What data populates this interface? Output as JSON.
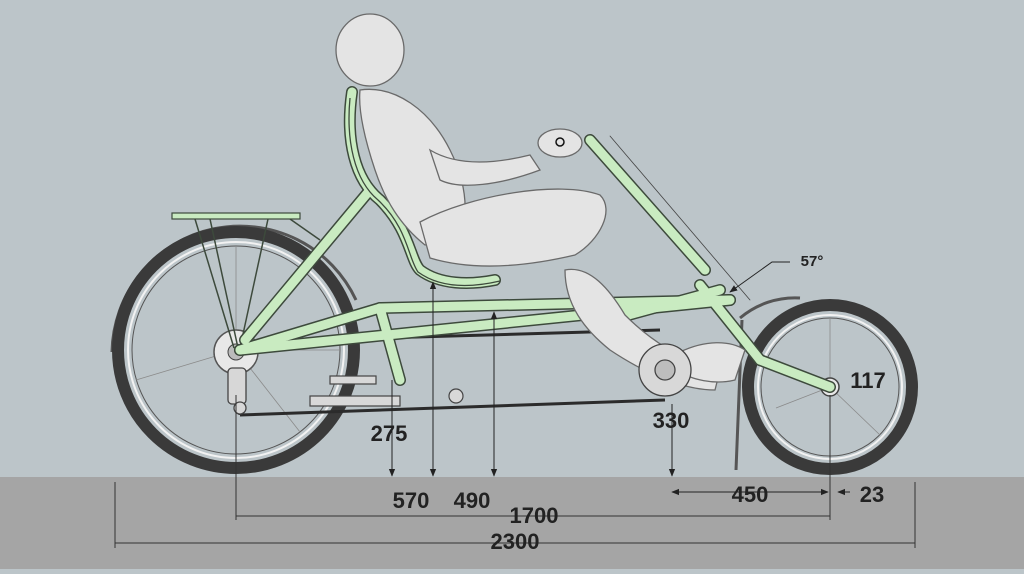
{
  "colors": {
    "sky": "#bcc5c9",
    "ground": "#a5a5a5",
    "frame": "#c9ebc1",
    "frame_outline": "#3d4a3c",
    "tire": "#3a3a3a",
    "rider": "#e4e4e4",
    "rider_outline": "#6a6a6a",
    "dimension_line": "#333333",
    "text": "#222222"
  },
  "dimensions": {
    "overall_length": "2300",
    "wheelbase": "1700",
    "front_wheel_offset": "450",
    "trail": "23",
    "rear_axle_height": "275",
    "seat_height": "570",
    "seat_front_height": "490",
    "bottom_bracket_height": "330",
    "front_wheel_radius": "117",
    "head_angle": "57°"
  }
}
